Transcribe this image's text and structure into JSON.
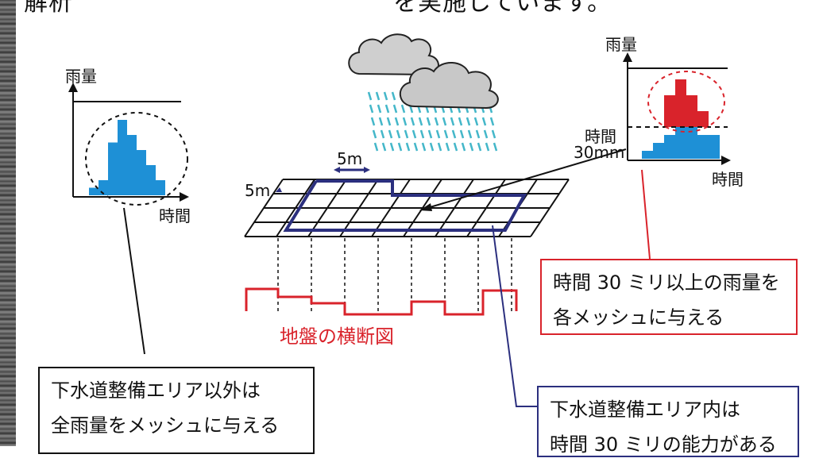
{
  "header": {
    "partial_text": "解析　　　　　　　　　　　　　を実施しています。"
  },
  "left_graph": {
    "ylabel": "雨量",
    "xlabel": "時間",
    "bar_color": "#1e90d6",
    "bars": [
      1,
      2,
      7,
      10,
      8,
      6,
      4,
      2
    ]
  },
  "right_graph": {
    "ylabel": "雨量",
    "xlabel": "時間",
    "threshold_label_1": "時間",
    "threshold_label_2": "30mm",
    "below_color": "#1e90d6",
    "above_color": "#d9232b",
    "bars": [
      1,
      2,
      3,
      4,
      4,
      3,
      3
    ],
    "above_bars": [
      0,
      0,
      4,
      6,
      4,
      2,
      0
    ]
  },
  "mesh": {
    "label_5m_width": "5m",
    "label_5m_depth": "5m",
    "mesh_color": "#111111",
    "area_color": "#2b2f7e"
  },
  "cross_section": {
    "label": "地盤の横断図",
    "color": "#d9232b"
  },
  "cloud": {
    "rain_color": "#44b7c9",
    "cloud_color": "#c8c8c8"
  },
  "boxes": {
    "red_line1": "時間 30 ミリ以上の雨量を",
    "red_line2": "各メッシュに与える",
    "black_line1": "下水道整備エリア以外は",
    "black_line2": "全雨量をメッシュに与える",
    "navy_line1": "下水道整備エリア内は",
    "navy_line2": "時間 30 ミリの能力がある"
  }
}
